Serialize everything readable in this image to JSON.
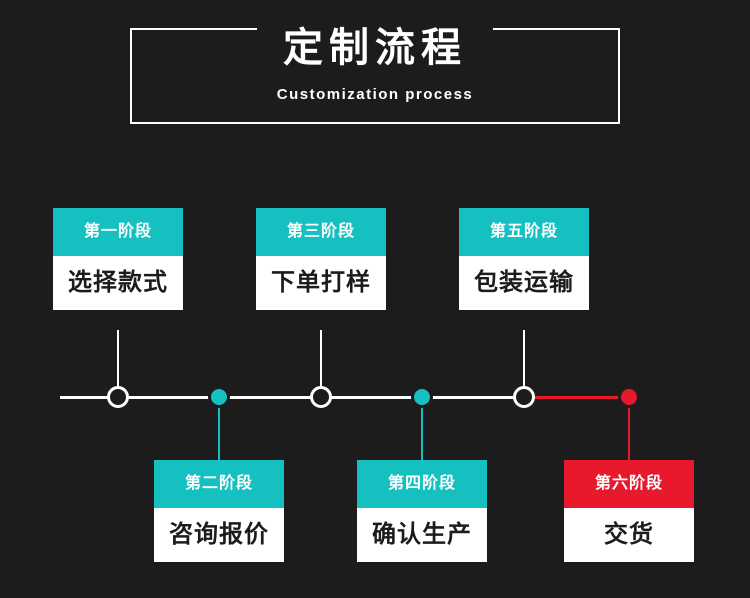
{
  "header": {
    "title": "定制流程",
    "subtitle": "Customization  process"
  },
  "colors": {
    "background": "#1c1c1c",
    "accent_teal": "#14c0c0",
    "accent_red": "#e8192c",
    "line_white": "#ffffff"
  },
  "timeline": {
    "steps": [
      {
        "stage": "第一阶段",
        "label": "选择款式",
        "position": "above",
        "node": "white",
        "color": "#14c0c0"
      },
      {
        "stage": "第二阶段",
        "label": "咨询报价",
        "position": "below",
        "node": "teal",
        "color": "#14c0c0"
      },
      {
        "stage": "第三阶段",
        "label": "下单打样",
        "position": "above",
        "node": "white",
        "color": "#14c0c0"
      },
      {
        "stage": "第四阶段",
        "label": "确认生产",
        "position": "below",
        "node": "teal",
        "color": "#14c0c0"
      },
      {
        "stage": "第五阶段",
        "label": "包装运输",
        "position": "above",
        "node": "white",
        "color": "#14c0c0"
      },
      {
        "stage": "第六阶段",
        "label": "交货",
        "position": "below",
        "node": "red",
        "color": "#e8192c"
      }
    ]
  }
}
